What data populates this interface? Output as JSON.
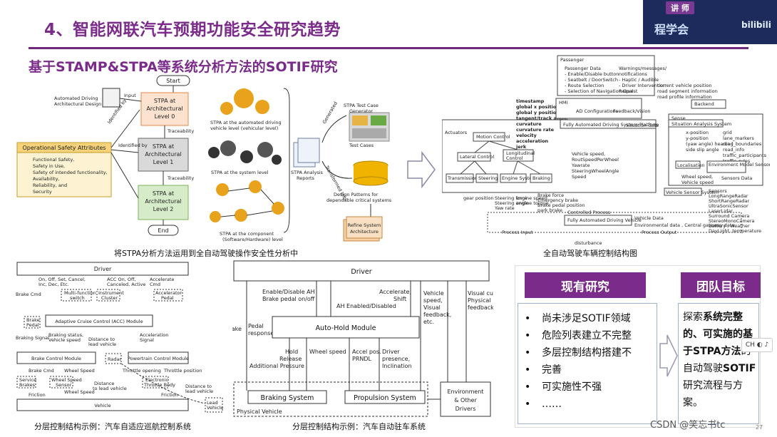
{
  "header": {
    "title": "4、智能网联汽车预期功能安全研究趋势",
    "subtitle": "基于STAMP&STPA等系统分析方法的SOTIF研究"
  },
  "webcam": {
    "badge": "讲 师",
    "text": "程学会",
    "logo": "bilibili"
  },
  "stpa_figure": {
    "start": "Start",
    "end": "End",
    "input": "Input",
    "ad_design": "Automated Driving Architectural Design",
    "level0": "STPA at Architectural Level 0",
    "level1": "STPA at Architectural Level 1",
    "level2": "STPA at Architectural Level 2",
    "traceability": "Traceability",
    "identified_by": "Identified by",
    "osa_title": "Operational Safety Attributes",
    "osa_items": [
      "Functional Safety,",
      "Safety in Use,",
      "Safety of intended functionality,",
      "Availability,",
      "Reliability, and",
      "Security"
    ],
    "vehicle_level": "STPA at the automated driving vehicle level (vehicular level)",
    "system_level": "STPA at the system level",
    "component_level": "STPA at the component (Software/Hardware) level",
    "reports": "STPA Analysis Reports",
    "generator": "STPA Test Case Generator",
    "test_cases": "Test Cases",
    "generated": "Generated",
    "transformed": "Transformed into",
    "design_patterns": "Design Patterns for dependable critical systems",
    "refine": "Refine System Architecture",
    "caption": "将STPA分析方法运用到全自动驾驶操作安全性分析中"
  },
  "control_structure_figure": {
    "passenger": "Passenger",
    "hmi": "HMI",
    "fads_platform": "Fully Automated Driving System Platform",
    "fad_vehicle": "Fully Automated Driving Vehicle",
    "controlled_process": "Controlled Process",
    "actuators": "Actuators",
    "motion_control": "Motion Control",
    "sense": "Sense",
    "situation_analysis": "Situation Analysis System",
    "backend": "Backend",
    "localisation": "Localisation",
    "env_model": "Environment Model Sensor",
    "sensor_data": "Sensors Data",
    "vehicle_sensor": "Vehicle Sensor System",
    "process_input": "Process Input",
    "process_output": "Process Output",
    "disturbance": "disturbance",
    "vehicle_data": "Vehicle Data",
    "env_data": "Environmental data , Central gateway data",
    "sensors_list": [
      "Sensors",
      "LongRangeRadar",
      "ShortRangeRadar",
      "UltraSonicSensor",
      "LaserLidar",
      "Surround Camera",
      "StereoMonoCamera",
      "Battery , Weather",
      "DayLight, temperature"
    ],
    "signals": [
      "timestamp",
      "global x position",
      "global y position",
      "tangent/track angle",
      "curvature",
      "curvature rate",
      "velocity",
      "acceleration",
      "jerk"
    ],
    "caption": "全自动驾驶车辆控制结构图"
  },
  "acc_figure": {
    "driver": "Driver",
    "acc_module": "Adaptive Cruise Control (ACC) Module",
    "brake_module": "Brake Control Module",
    "powertrain_module": "Powertrain Control Module",
    "vehicle": "Vehicle",
    "lead_vehicle": "Lead Vehicle",
    "radar": "Radar",
    "caption": "分层控制结构示例：汽车自适应巡航控制系统"
  },
  "autohold_figure": {
    "driver": "Driver",
    "module": "Auto-Hold Module",
    "braking": "Braking System",
    "propulsion": "Propulsion System",
    "environment": "Environment & Other Drivers",
    "physical_vehicle": "Physical Vehicle",
    "labels": {
      "enable": "Enable/Disable AH",
      "brake_pedal": "Brake pedal on/off",
      "ah_enabled": "AH Enabled/Disabled",
      "accel_shift": "Accelerate, Shift",
      "vehicle_speed": "Vehicle speed, Visual feedback, etc.",
      "visual_cues": "Visual cues Physical feedback",
      "brake": "Brake",
      "pedal_response": "Pedal response",
      "hold": "Hold Release Additional Pressure",
      "wheel_speed": "Wheel speed",
      "accel_pos": "Accel pos. PRNDL",
      "driver_presence": "Driver presence, Inclination"
    },
    "caption": "分层控制结构示例：汽车自动驻车系统"
  },
  "existing_research": {
    "header": "现有研究",
    "items": [
      "尚未涉足SOTIF领域",
      "危险列表建立不完整",
      "多层控制结构搭建不",
      "完善",
      "可实施性不强",
      "……"
    ]
  },
  "team_goal": {
    "header": "团队目标",
    "p1": "探索",
    "b1": "系统完整的、可实施的基于STPA方法",
    "p2": "的自动驾驶",
    "b2": "SOTIF",
    "p3": "研究流程与方案。"
  },
  "side_badge": "CH ◐ ♪",
  "footer": {
    "watermark": "CSDN @笑忘书tc",
    "page": "27"
  }
}
